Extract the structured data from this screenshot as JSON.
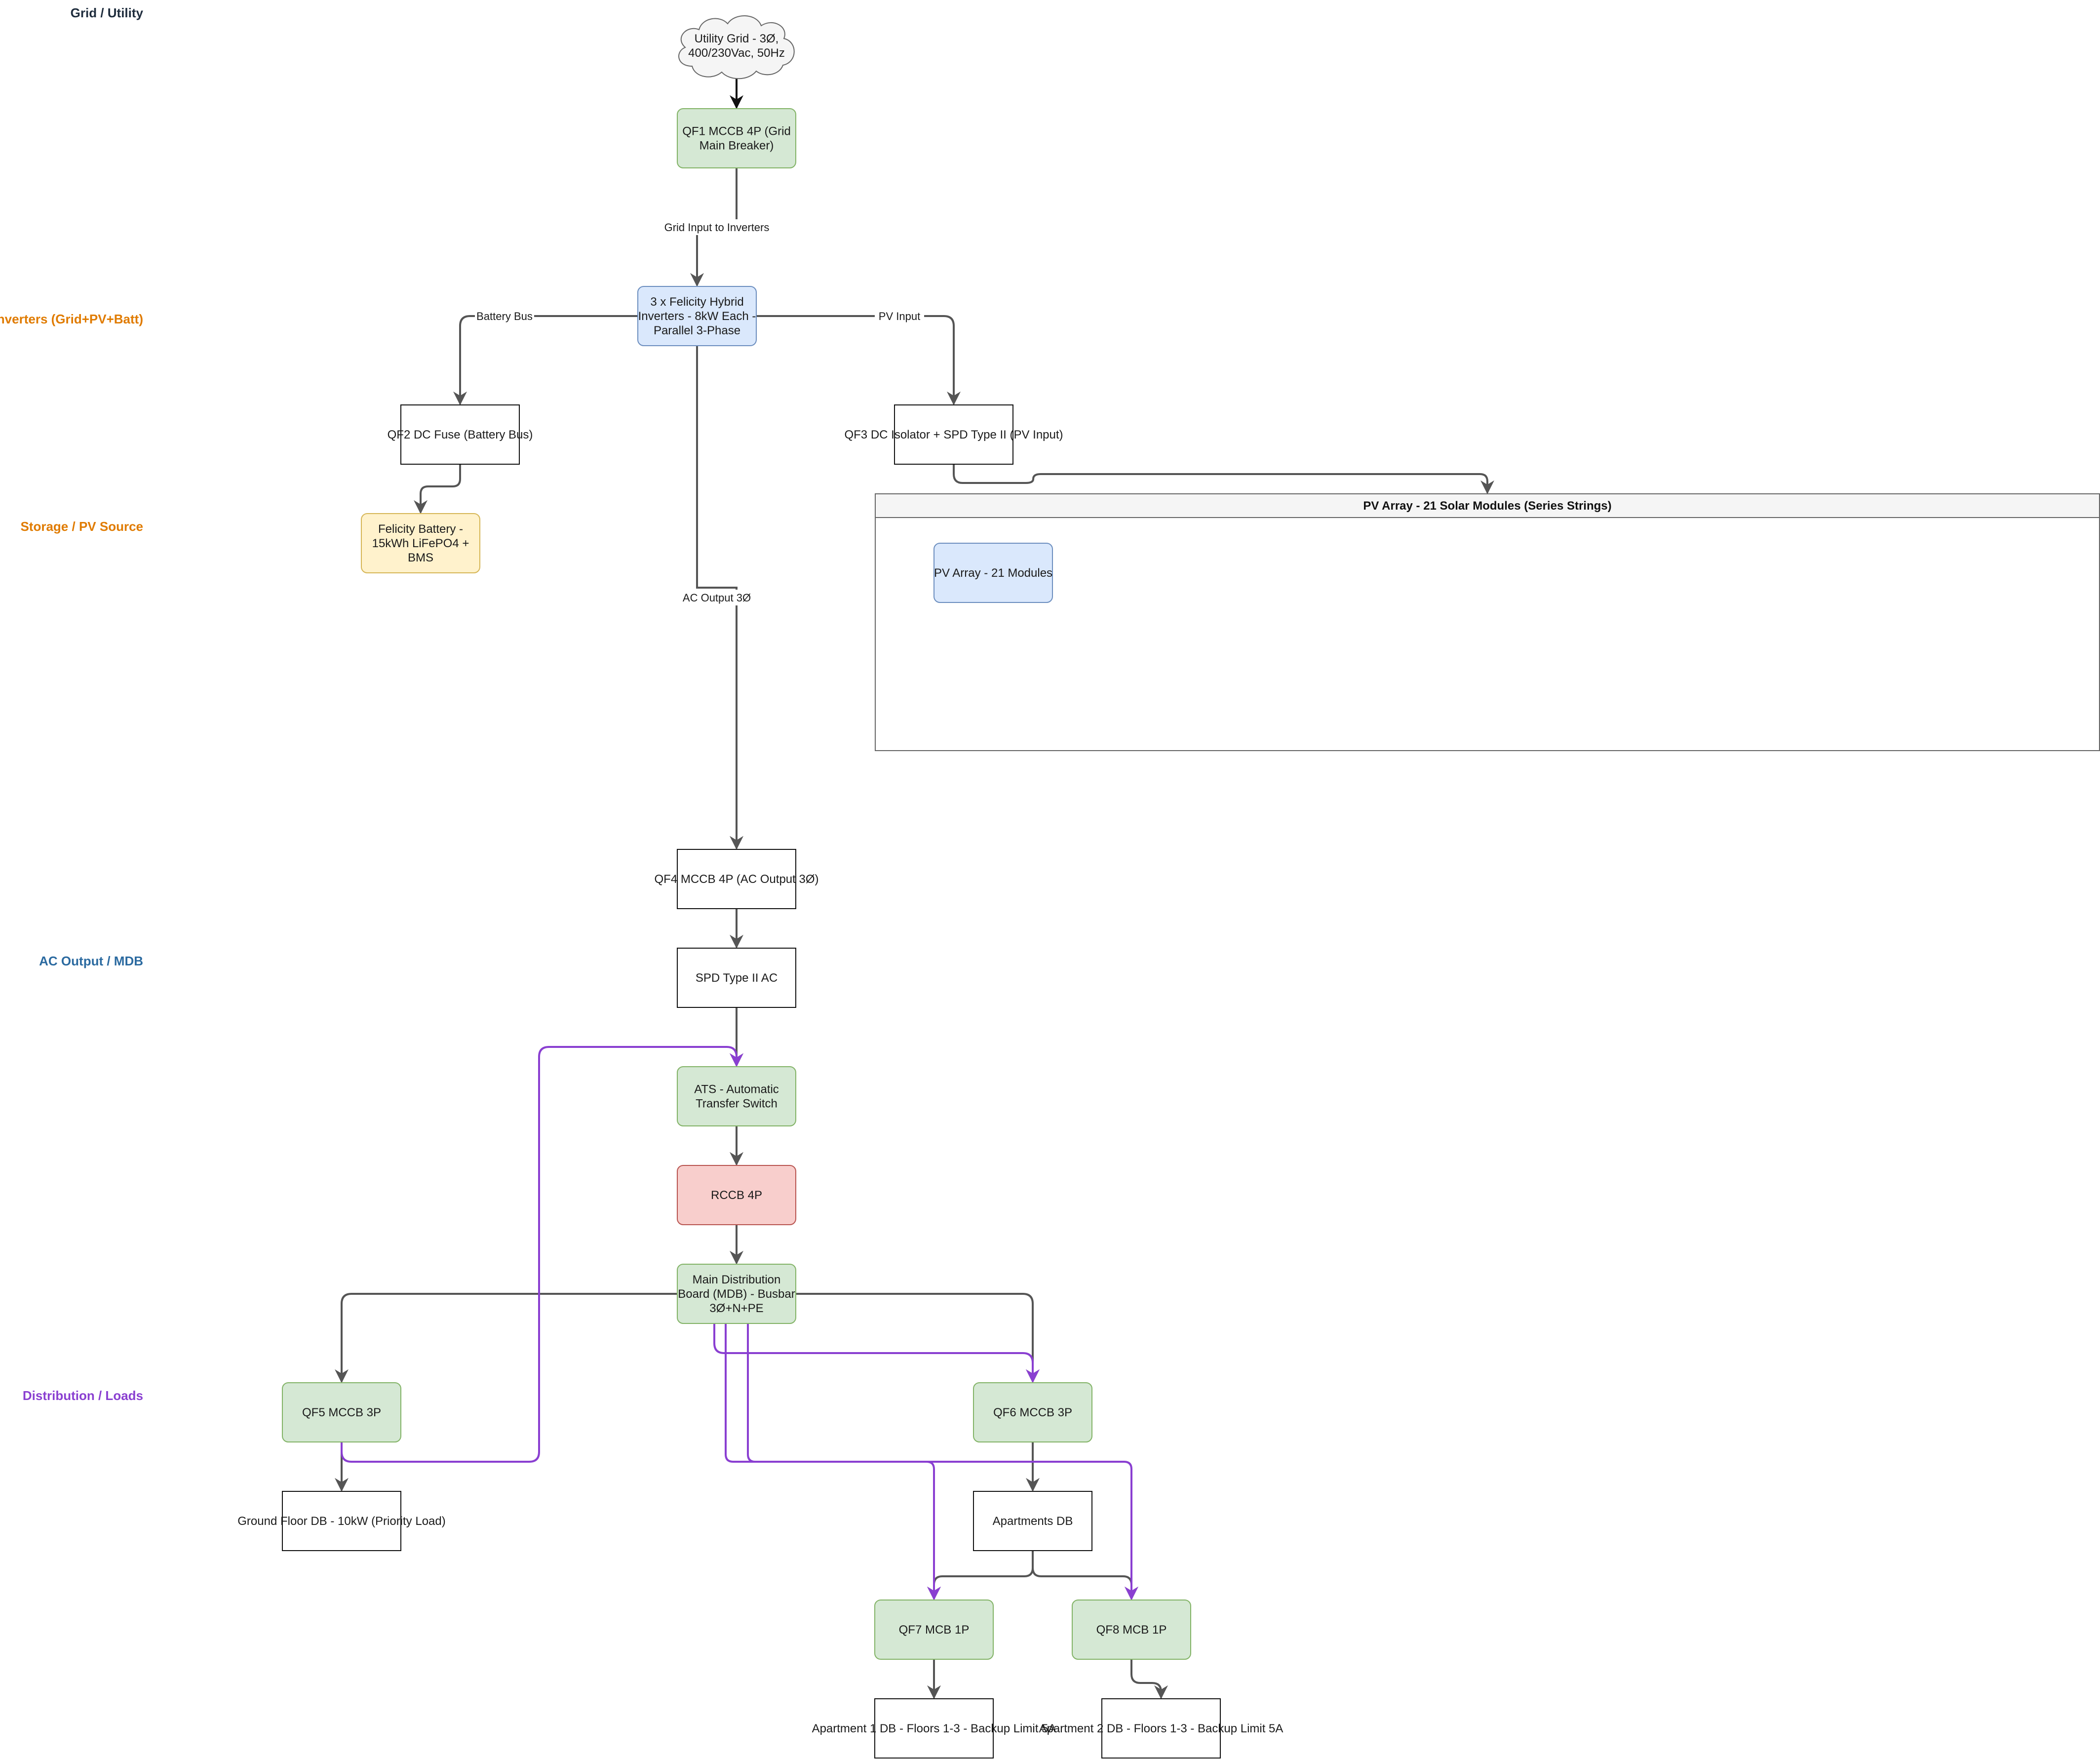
{
  "lanes": {
    "grid": "Grid / Utility",
    "inverters": "Inverters (Grid+PV+Batt)",
    "storage": "Storage / PV Source",
    "ac_output": "AC Output / MDB",
    "distribution": "Distribution / Loads"
  },
  "lane_colors": {
    "grid": "#1f2d3d",
    "inverters": "#e07b00",
    "storage": "#e07b00",
    "ac_output": "#2b6aa0",
    "distribution": "#8a3fd1"
  },
  "colors": {
    "green_fill": "#d5e8d4",
    "green_stroke": "#82b366",
    "blue_fill": "#dae8fc",
    "blue_stroke": "#6c8ebf",
    "yellow_fill": "#fff2cc",
    "yellow_stroke": "#d6b656",
    "red_fill": "#f8cecc",
    "red_stroke": "#b85450",
    "edge": "#555555",
    "purple_edge": "#8a3fd1"
  },
  "nodes": {
    "utility_grid": [
      "Utility Grid - 3Ø,",
      "400/230Vac, 50Hz"
    ],
    "qf1": [
      "QF1 MCCB 4P (Grid",
      "Main Breaker)"
    ],
    "inverters": [
      "3 x Felicity Hybrid",
      "Inverters - 8kW Each -",
      "Parallel 3-Phase"
    ],
    "qf2": [
      "QF2 DC Fuse (Battery Bus)"
    ],
    "qf3": [
      "QF3 DC Isolator + SPD Type II (PV Input)"
    ],
    "battery": [
      "Felicity Battery -",
      "15kWh LiFePO4 +",
      "BMS"
    ],
    "pv_array_node": [
      "PV Array - 21 Modules"
    ],
    "qf4": [
      "QF4 MCCB 4P (AC Output 3Ø)"
    ],
    "spd": [
      "SPD Type II AC"
    ],
    "ats": [
      "ATS - Automatic",
      "Transfer Switch"
    ],
    "rccb": [
      "RCCB 4P"
    ],
    "mdb": [
      "Main Distribution",
      "Board (MDB) - Busbar",
      "3Ø+N+PE"
    ],
    "qf5": [
      "QF5 MCCB 3P"
    ],
    "qf6": [
      "QF6 MCCB 3P"
    ],
    "ground_db": [
      "Ground Floor DB - 10kW (Priority Load)"
    ],
    "apartments_db": [
      "Apartments DB"
    ],
    "qf7": [
      "QF7 MCB 1P"
    ],
    "qf8": [
      "QF8 MCB 1P"
    ],
    "apt1": [
      "Apartment 1 DB - Floors 1-3 - Backup Limit 5A"
    ],
    "apt2": [
      "Apartment 2 DB - Floors 1-3 - Backup Limit 5A"
    ]
  },
  "pv_container_title": "PV Array - 21 Solar Modules (Series Strings)",
  "edge_labels": {
    "grid_input": "Grid Input to Inverters",
    "battery_bus": "Battery Bus",
    "pv_input": "PV Input",
    "ac_output": "AC Output 3Ø"
  }
}
